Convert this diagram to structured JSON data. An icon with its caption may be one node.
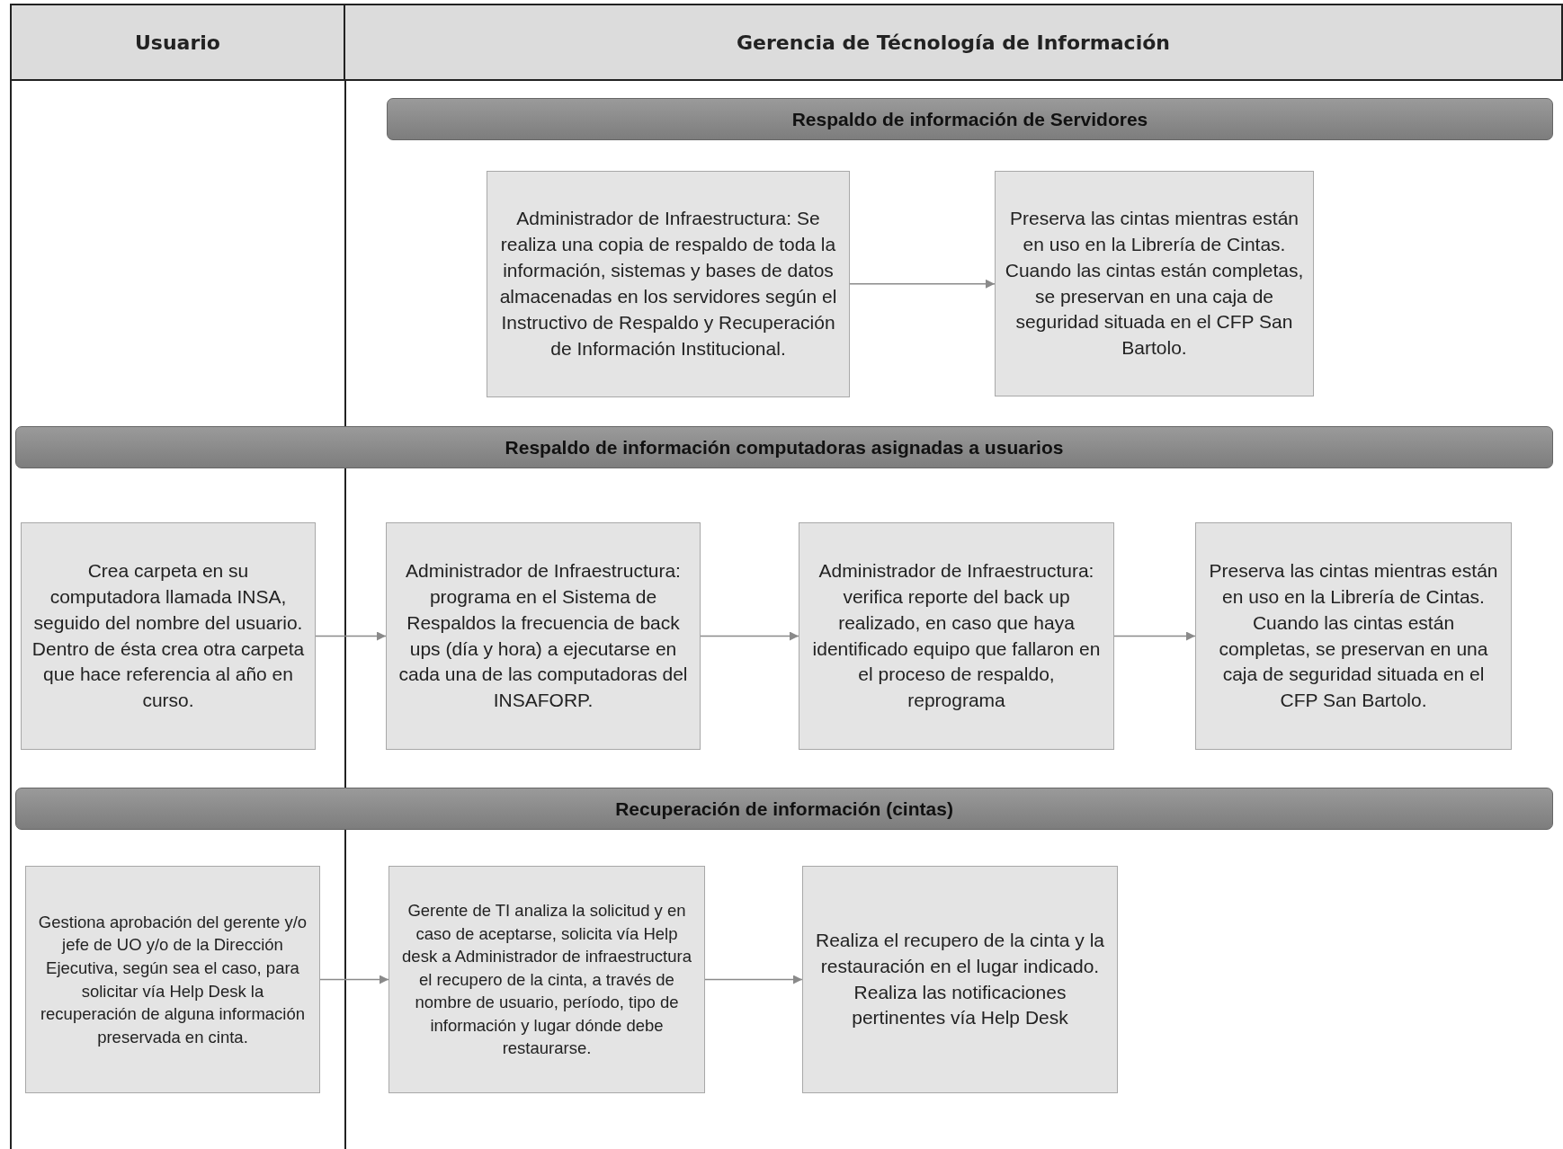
{
  "diagram": {
    "nodes": [
      {
        "text": [
          "Usuario"
        ]
      },
      {
        "text": [
          "Gerencia de Técnología de Información"
        ]
      },
      {
        "text": [
          "Respaldo de información de Servidores"
        ]
      },
      {
        "text": [
          "Administrador de Infraestructura: Se realiza una copia de respaldo de toda la información, sistemas y bases de datos almacenadas en los servidores según el Instructivo de Respaldo y Recuperación de Información Institucional."
        ]
      },
      {
        "text": [
          "Preserva las cintas mientras están en uso en la Librería de Cintas. Cuando las cintas están completas, se preservan en una caja de seguridad situada en el CFP San Bartolo."
        ]
      },
      {
        "text": [
          "Respaldo de información computadoras asignadas a usuarios"
        ]
      },
      {
        "text": [
          "Crea carpeta en su computadora llamada INSA, seguido del nombre del usuario. Dentro de ésta crea otra carpeta que hace referencia al año en curso."
        ]
      },
      {
        "text": [
          "Administrador de Infraestructura: programa en el Sistema de Respaldos la frecuencia de back ups (día y hora) a ejecutarse en cada una de las computadoras del INSAFORP."
        ]
      },
      {
        "text": [
          "Administrador de Infraestructura: verifica reporte del back up realizado, en caso que haya identificado equipo que fallaron en el proceso de respaldo, reprograma"
        ]
      },
      {
        "text": [
          "Preserva las cintas mientras están en uso en la Librería de Cintas. Cuando las cintas están completas, se preservan en una caja de seguridad situada en el CFP San Bartolo."
        ]
      },
      {
        "text": [
          "Recuperación de información (cintas)"
        ]
      },
      {
        "text": [
          "Gestiona aprobación del gerente y/o jefe de UO y/o de la Dirección Ejecutiva, según sea el caso, para solicitar vía Help Desk la recuperación de alguna información preservada en cinta."
        ]
      },
      {
        "text": [
          "Gerente de TI analiza la solicitud y en caso de aceptarse, solicita vía Help desk a Administrador de infraestructura el recupero de la cinta, a través de nombre de usuario, período, tipo de información y lugar dónde debe restaurarse."
        ]
      },
      {
        "text": [
          "Realiza el recupero de la cinta y la restauración en el lugar indicado.  Realiza las notificaciones pertinentes vía Help Desk"
        ]
      }
    ],
    "edges": [
      {
        "from": 3,
        "to": 4,
        "arrow": "to"
      },
      {
        "from": 6,
        "to": 7,
        "arrow": "to"
      },
      {
        "from": 7,
        "to": 8,
        "arrow": "to"
      },
      {
        "from": 8,
        "to": 9,
        "arrow": "to"
      },
      {
        "from": 11,
        "to": 12,
        "arrow": "to"
      },
      {
        "from": 12,
        "to": 13,
        "arrow": "to"
      }
    ]
  }
}
